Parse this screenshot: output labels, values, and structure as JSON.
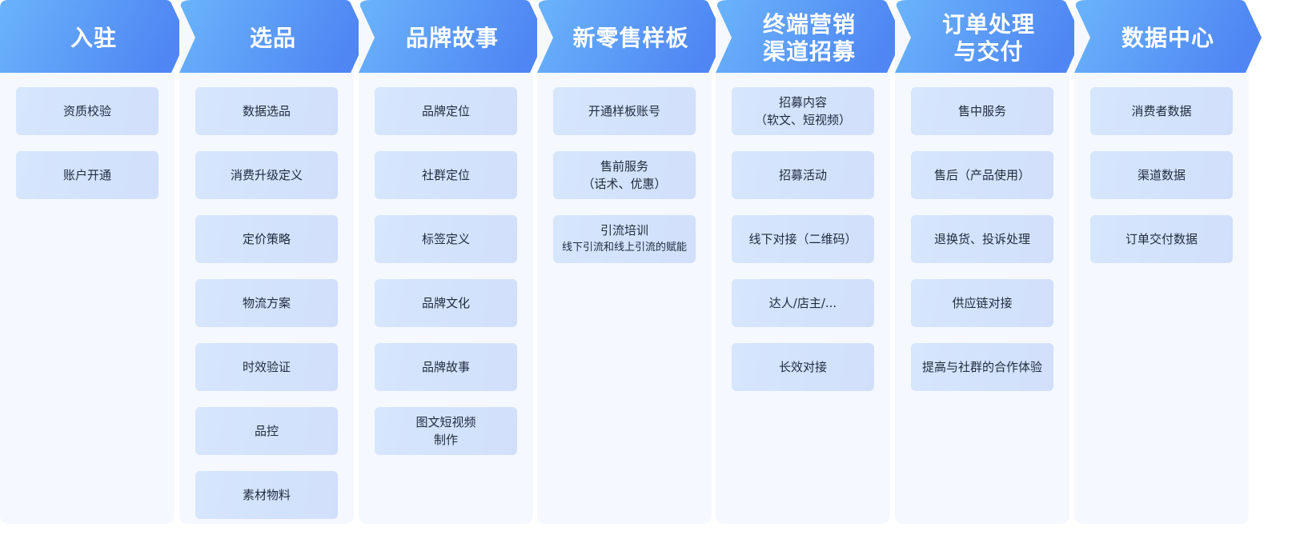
{
  "colors": {
    "chevron_start": "#6ab4fb",
    "chevron_end": "#4f86f3",
    "column_bg": "#f5f8fe",
    "item_bg": "#d4e3fc",
    "item_text": "#1f2b3d"
  },
  "columns": [
    {
      "title": "入驻",
      "items": [
        {
          "label": "资质校验"
        },
        {
          "label": "账户开通"
        }
      ]
    },
    {
      "title": "选品",
      "items": [
        {
          "label": "数据选品"
        },
        {
          "label": "消费升级定义"
        },
        {
          "label": "定价策略"
        },
        {
          "label": "物流方案"
        },
        {
          "label": "时效验证"
        },
        {
          "label": "品控"
        },
        {
          "label": "素材物料"
        }
      ]
    },
    {
      "title": "品牌故事",
      "items": [
        {
          "label": "品牌定位"
        },
        {
          "label": "社群定位"
        },
        {
          "label": "标签定义"
        },
        {
          "label": "品牌文化"
        },
        {
          "label": "品牌故事"
        },
        {
          "label": "图文短视频\n制作"
        }
      ]
    },
    {
      "title": "新零售样板",
      "items": [
        {
          "label": "开通样板账号"
        },
        {
          "label": "售前服务\n（话术、优惠）"
        },
        {
          "label": "引流培训",
          "sub": "线下引流和线上引流的赋能"
        }
      ]
    },
    {
      "title": "终端营销\n渠道招募",
      "items": [
        {
          "label": "招募内容\n（软文、短视频）"
        },
        {
          "label": "招募活动"
        },
        {
          "label": "线下对接（二维码）"
        },
        {
          "label": "达人/店主/..."
        },
        {
          "label": "长效对接"
        }
      ]
    },
    {
      "title": "订单处理\n与交付",
      "items": [
        {
          "label": "售中服务"
        },
        {
          "label": "售后（产品使用）"
        },
        {
          "label": "退换货、投诉处理"
        },
        {
          "label": "供应链对接"
        },
        {
          "label": "提高与社群的合作体验"
        }
      ]
    },
    {
      "title": "数据中心",
      "items": [
        {
          "label": "消费者数据"
        },
        {
          "label": "渠道数据"
        },
        {
          "label": "订单交付数据"
        }
      ]
    }
  ]
}
